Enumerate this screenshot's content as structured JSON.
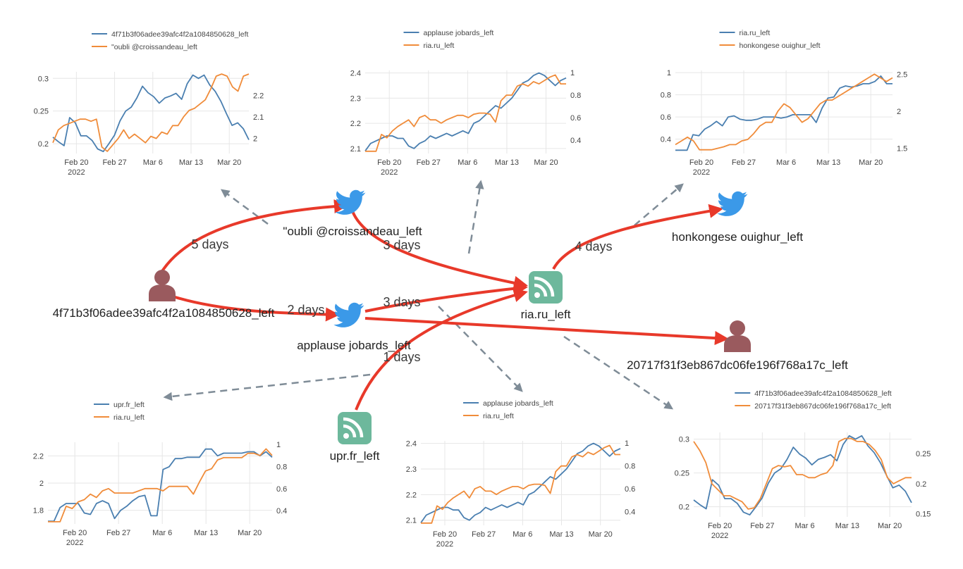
{
  "colors": {
    "edge_red": "#e8392a",
    "dashed_gray": "#7f8c97",
    "series_blue": "#4a7fb0",
    "series_orange": "#f08c3a",
    "twitter_blue": "#3b99e8",
    "person_color": "#9a5a5e",
    "rss_green": "#6db89c"
  },
  "nodes": [
    {
      "id": "user1",
      "kind": "person",
      "icon": "person-icon",
      "label": "4f71b3f06adee39afc4f2a1084850628_left"
    },
    {
      "id": "tw_oubli",
      "kind": "twitter",
      "icon": "twitter-bird-icon",
      "label": "\"oubli @croissandeau_left"
    },
    {
      "id": "rss_ria",
      "kind": "rss",
      "icon": "rss-feed-icon",
      "label": "ria.ru_left"
    },
    {
      "id": "tw_honk",
      "kind": "twitter",
      "icon": "twitter-bird-icon",
      "label": "honkongese ouighur_left"
    },
    {
      "id": "tw_applause",
      "kind": "twitter",
      "icon": "twitter-bird-icon",
      "label": "applause jobards_left"
    },
    {
      "id": "user2",
      "kind": "person",
      "icon": "person-icon",
      "label": "20717f31f3eb867dc06fe196f768a17c_left"
    },
    {
      "id": "rss_upr",
      "kind": "rss",
      "icon": "rss-feed-icon",
      "label": "upr.fr_left"
    }
  ],
  "edges": [
    {
      "from": "user1",
      "to": "tw_oubli",
      "label": "5 days"
    },
    {
      "from": "tw_oubli",
      "to": "rss_ria",
      "label": "3 days"
    },
    {
      "from": "rss_ria",
      "to": "tw_honk",
      "label": "4 days"
    },
    {
      "from": "user1",
      "to": "tw_applause",
      "label": "2 days"
    },
    {
      "from": "tw_applause",
      "to": "rss_ria",
      "label": "3 days"
    },
    {
      "from": "tw_applause",
      "to": "user2",
      "label": ""
    },
    {
      "from": "rss_upr",
      "to": "rss_ria",
      "label": "1 days"
    }
  ],
  "chart_data": [
    {
      "type": "line",
      "x_ticks": [
        "Feb 20",
        "Feb 27",
        "Mar 6",
        "Mar 13",
        "Mar 20"
      ],
      "x_tick_subtitle": "2022",
      "series": [
        {
          "name": "4f71b3f06adee39afc4f2a1084850628_left",
          "axis": "left",
          "values": [
            0.21,
            0.203,
            0.197,
            0.24,
            0.232,
            0.212,
            0.212,
            0.205,
            0.192,
            0.188,
            0.2,
            0.213,
            0.235,
            0.25,
            0.256,
            0.27,
            0.288,
            0.278,
            0.272,
            0.262,
            0.27,
            0.273,
            0.277,
            0.268,
            0.292,
            0.305,
            0.3,
            0.305,
            0.29,
            0.28,
            0.265,
            0.246,
            0.228,
            0.232,
            0.223,
            0.206
          ]
        },
        {
          "name": "\"oubli @croissandeau_left",
          "axis": "right",
          "values": [
            1.98,
            2.04,
            2.06,
            2.07,
            2.08,
            2.09,
            2.09,
            2.08,
            2.09,
            1.96,
            1.94,
            1.97,
            2.0,
            2.04,
            2.0,
            2.02,
            2.0,
            1.98,
            2.01,
            2.0,
            2.03,
            2.02,
            2.06,
            2.06,
            2.1,
            2.13,
            2.14,
            2.16,
            2.18,
            2.23,
            2.29,
            2.3,
            2.29,
            2.24,
            2.22,
            2.29,
            2.3
          ]
        }
      ],
      "ylim_left": [
        0.185,
        0.31
      ],
      "yticks_left": [
        0.2,
        0.25,
        0.3
      ],
      "ylim_right": [
        1.93,
        2.31
      ],
      "yticks_right": [
        2,
        2.1,
        2.2
      ],
      "grid": true,
      "legend_position": "top"
    },
    {
      "type": "line",
      "x_ticks": [
        "Feb 20",
        "Feb 27",
        "Mar 6",
        "Mar 13",
        "Mar 20"
      ],
      "x_tick_subtitle": "2022",
      "series": [
        {
          "name": "applause jobards_left",
          "axis": "left",
          "values": [
            2.09,
            2.12,
            2.13,
            2.14,
            2.15,
            2.15,
            2.14,
            2.14,
            2.11,
            2.1,
            2.12,
            2.13,
            2.15,
            2.14,
            2.15,
            2.16,
            2.15,
            2.16,
            2.17,
            2.16,
            2.2,
            2.21,
            2.23,
            2.25,
            2.27,
            2.26,
            2.28,
            2.3,
            2.33,
            2.36,
            2.37,
            2.39,
            2.4,
            2.39,
            2.37,
            2.35,
            2.37,
            2.38
          ]
        },
        {
          "name": "ria.ru_left",
          "axis": "right",
          "values": [
            0.3,
            0.3,
            0.3,
            0.45,
            0.42,
            0.48,
            0.52,
            0.55,
            0.58,
            0.52,
            0.6,
            0.62,
            0.58,
            0.58,
            0.55,
            0.58,
            0.6,
            0.62,
            0.62,
            0.6,
            0.63,
            0.64,
            0.64,
            0.63,
            0.56,
            0.75,
            0.8,
            0.8,
            0.88,
            0.9,
            0.88,
            0.92,
            0.9,
            0.93,
            0.96,
            0.98,
            0.9,
            0.9
          ]
        }
      ],
      "ylim_left": [
        2.08,
        2.41
      ],
      "yticks_left": [
        2.1,
        2.2,
        2.3,
        2.4
      ],
      "ylim_right": [
        0.28,
        1.02
      ],
      "yticks_right": [
        0.4,
        0.6,
        0.8,
        1
      ],
      "grid": true,
      "legend_position": "top"
    },
    {
      "type": "line",
      "x_ticks": [
        "Feb 20",
        "Feb 27",
        "Mar 6",
        "Mar 13",
        "Mar 20"
      ],
      "x_tick_subtitle": "2022",
      "series": [
        {
          "name": "ria.ru_left",
          "axis": "left",
          "values": [
            0.3,
            0.3,
            0.3,
            0.44,
            0.43,
            0.49,
            0.52,
            0.56,
            0.52,
            0.6,
            0.61,
            0.58,
            0.57,
            0.57,
            0.58,
            0.6,
            0.6,
            0.6,
            0.59,
            0.6,
            0.62,
            0.62,
            0.62,
            0.62,
            0.55,
            0.68,
            0.77,
            0.78,
            0.86,
            0.88,
            0.87,
            0.88,
            0.9,
            0.9,
            0.92,
            0.97,
            0.9,
            0.9
          ]
        },
        {
          "name": "honkongese ouighur_left",
          "axis": "right",
          "values": [
            1.55,
            1.6,
            1.65,
            1.6,
            1.48,
            1.48,
            1.48,
            1.5,
            1.52,
            1.55,
            1.55,
            1.6,
            1.62,
            1.7,
            1.8,
            1.85,
            1.85,
            2.0,
            2.1,
            2.05,
            1.95,
            1.85,
            1.9,
            2.0,
            2.1,
            2.15,
            2.15,
            2.2,
            2.25,
            2.3,
            2.35,
            2.4,
            2.45,
            2.5,
            2.45,
            2.4,
            2.45
          ]
        }
      ],
      "ylim_left": [
        0.27,
        1.02
      ],
      "yticks_left": [
        0.4,
        0.6,
        0.8,
        1
      ],
      "ylim_right": [
        1.43,
        2.55
      ],
      "yticks_right": [
        1.5,
        2,
        2.5
      ],
      "grid": true,
      "legend_position": "top"
    },
    {
      "type": "line",
      "x_ticks": [
        "Feb 20",
        "Feb 27",
        "Mar 6",
        "Mar 13",
        "Mar 20"
      ],
      "x_tick_subtitle": "2022",
      "series": [
        {
          "name": "upr.fr_left",
          "axis": "left",
          "values": [
            1.72,
            1.72,
            1.82,
            1.85,
            1.85,
            1.85,
            1.78,
            1.77,
            1.85,
            1.87,
            1.85,
            1.74,
            1.8,
            1.83,
            1.87,
            1.9,
            1.91,
            1.76,
            1.76,
            2.1,
            2.12,
            2.18,
            2.18,
            2.19,
            2.19,
            2.19,
            2.25,
            2.25,
            2.2,
            2.22,
            2.22,
            2.22,
            2.22,
            2.23,
            2.23,
            2.2,
            2.23,
            2.19
          ]
        },
        {
          "name": "ria.ru_left",
          "axis": "right",
          "values": [
            0.3,
            0.3,
            0.3,
            0.44,
            0.42,
            0.48,
            0.5,
            0.55,
            0.52,
            0.58,
            0.6,
            0.56,
            0.56,
            0.56,
            0.56,
            0.58,
            0.6,
            0.6,
            0.6,
            0.58,
            0.62,
            0.62,
            0.62,
            0.62,
            0.55,
            0.66,
            0.76,
            0.78,
            0.86,
            0.88,
            0.88,
            0.88,
            0.88,
            0.92,
            0.92,
            0.9,
            0.96,
            0.9
          ]
        }
      ],
      "ylim_left": [
        1.7,
        2.3
      ],
      "yticks_left": [
        1.8,
        2,
        2.2
      ],
      "ylim_right": [
        0.28,
        1.02
      ],
      "yticks_right": [
        0.4,
        0.6,
        0.8,
        1
      ],
      "grid": true,
      "legend_position": "top"
    },
    {
      "type": "line",
      "x_ticks": [
        "Feb 20",
        "Feb 27",
        "Mar 6",
        "Mar 13",
        "Mar 20"
      ],
      "x_tick_subtitle": "2022",
      "series": [
        {
          "name": "applause jobards_left",
          "axis": "left",
          "values": [
            2.09,
            2.12,
            2.13,
            2.14,
            2.15,
            2.15,
            2.14,
            2.14,
            2.11,
            2.1,
            2.12,
            2.13,
            2.15,
            2.14,
            2.15,
            2.16,
            2.15,
            2.16,
            2.17,
            2.16,
            2.2,
            2.21,
            2.23,
            2.25,
            2.27,
            2.26,
            2.28,
            2.3,
            2.33,
            2.36,
            2.37,
            2.39,
            2.4,
            2.39,
            2.37,
            2.35,
            2.37,
            2.38
          ]
        },
        {
          "name": "ria.ru_left",
          "axis": "right",
          "values": [
            0.3,
            0.3,
            0.3,
            0.45,
            0.42,
            0.48,
            0.52,
            0.55,
            0.58,
            0.52,
            0.6,
            0.62,
            0.58,
            0.58,
            0.55,
            0.58,
            0.6,
            0.62,
            0.62,
            0.6,
            0.63,
            0.64,
            0.64,
            0.63,
            0.56,
            0.75,
            0.8,
            0.8,
            0.88,
            0.9,
            0.88,
            0.92,
            0.9,
            0.93,
            0.96,
            0.98,
            0.9,
            0.9
          ]
        }
      ],
      "ylim_left": [
        2.08,
        2.41
      ],
      "yticks_left": [
        2.1,
        2.2,
        2.3,
        2.4
      ],
      "ylim_right": [
        0.28,
        1.02
      ],
      "yticks_right": [
        0.4,
        0.6,
        0.8,
        1
      ],
      "grid": true,
      "legend_position": "top"
    },
    {
      "type": "line",
      "x_ticks": [
        "Feb 20",
        "Feb 27",
        "Mar 6",
        "Mar 13",
        "Mar 20"
      ],
      "x_tick_subtitle": "2022",
      "series": [
        {
          "name": "4f71b3f06adee39afc4f2a1084850628_left",
          "axis": "left",
          "values": [
            0.21,
            0.203,
            0.197,
            0.24,
            0.232,
            0.212,
            0.212,
            0.205,
            0.192,
            0.188,
            0.2,
            0.213,
            0.235,
            0.25,
            0.256,
            0.27,
            0.288,
            0.278,
            0.272,
            0.262,
            0.27,
            0.273,
            0.277,
            0.268,
            0.292,
            0.305,
            0.3,
            0.305,
            0.29,
            0.28,
            0.265,
            0.246,
            0.228,
            0.232,
            0.223,
            0.206
          ]
        },
        {
          "name": "20717f31f3eb867dc06fe196f768a17c_left",
          "axis": "right",
          "values": [
            0.27,
            0.255,
            0.235,
            0.2,
            0.19,
            0.18,
            0.18,
            0.175,
            0.17,
            0.158,
            0.16,
            0.175,
            0.2,
            0.225,
            0.23,
            0.228,
            0.23,
            0.215,
            0.215,
            0.21,
            0.21,
            0.215,
            0.218,
            0.23,
            0.27,
            0.275,
            0.275,
            0.27,
            0.27,
            0.265,
            0.255,
            0.24,
            0.21,
            0.2,
            0.205,
            0.21,
            0.21
          ]
        }
      ],
      "ylim_left": [
        0.185,
        0.31
      ],
      "yticks_left": [
        0.2,
        0.25,
        0.3
      ],
      "ylim_right": [
        0.145,
        0.285
      ],
      "yticks_right": [
        0.15,
        0.2,
        0.25
      ],
      "grid": true,
      "legend_position": "top"
    }
  ]
}
